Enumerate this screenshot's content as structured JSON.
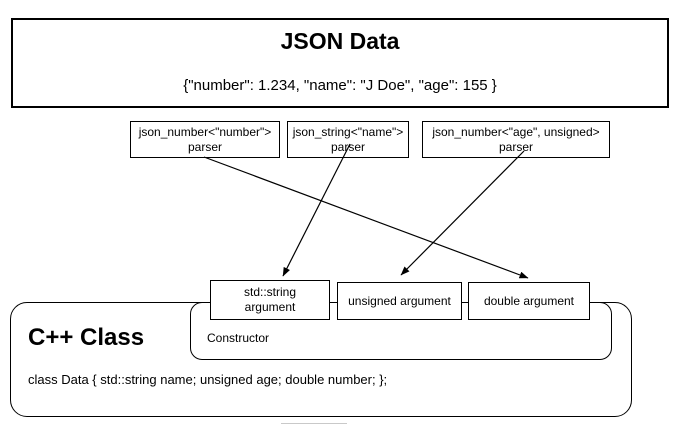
{
  "diagram": {
    "json_box": {
      "title": "JSON Data",
      "content": "{\"number\": 1.234, \"name\": \"J Doe\", \"age\": 155 }"
    },
    "parsers": [
      {
        "line1": "json_number<\"number\">",
        "line2": "parser"
      },
      {
        "line1": "json_string<\"name\">",
        "line2": "parser"
      },
      {
        "line1": "json_number<\"age\", unsigned>",
        "line2": "parser"
      }
    ],
    "arguments": [
      {
        "line1": "std::string",
        "line2": "argument"
      },
      {
        "label": "unsigned argument"
      },
      {
        "label": "double argument"
      }
    ],
    "constructor_label": "Constructor",
    "class_box": {
      "title": "C++ Class",
      "code": "class Data { std::string name; unsigned age; double number; };"
    },
    "connections": [
      {
        "from": "json_number<\"number\"> parser",
        "to": "double argument"
      },
      {
        "from": "json_string<\"name\"> parser",
        "to": "std::string argument"
      },
      {
        "from": "json_number<\"age\", unsigned> parser",
        "to": "unsigned argument"
      }
    ],
    "colors": {
      "stroke": "#000000",
      "background": "#ffffff"
    }
  }
}
